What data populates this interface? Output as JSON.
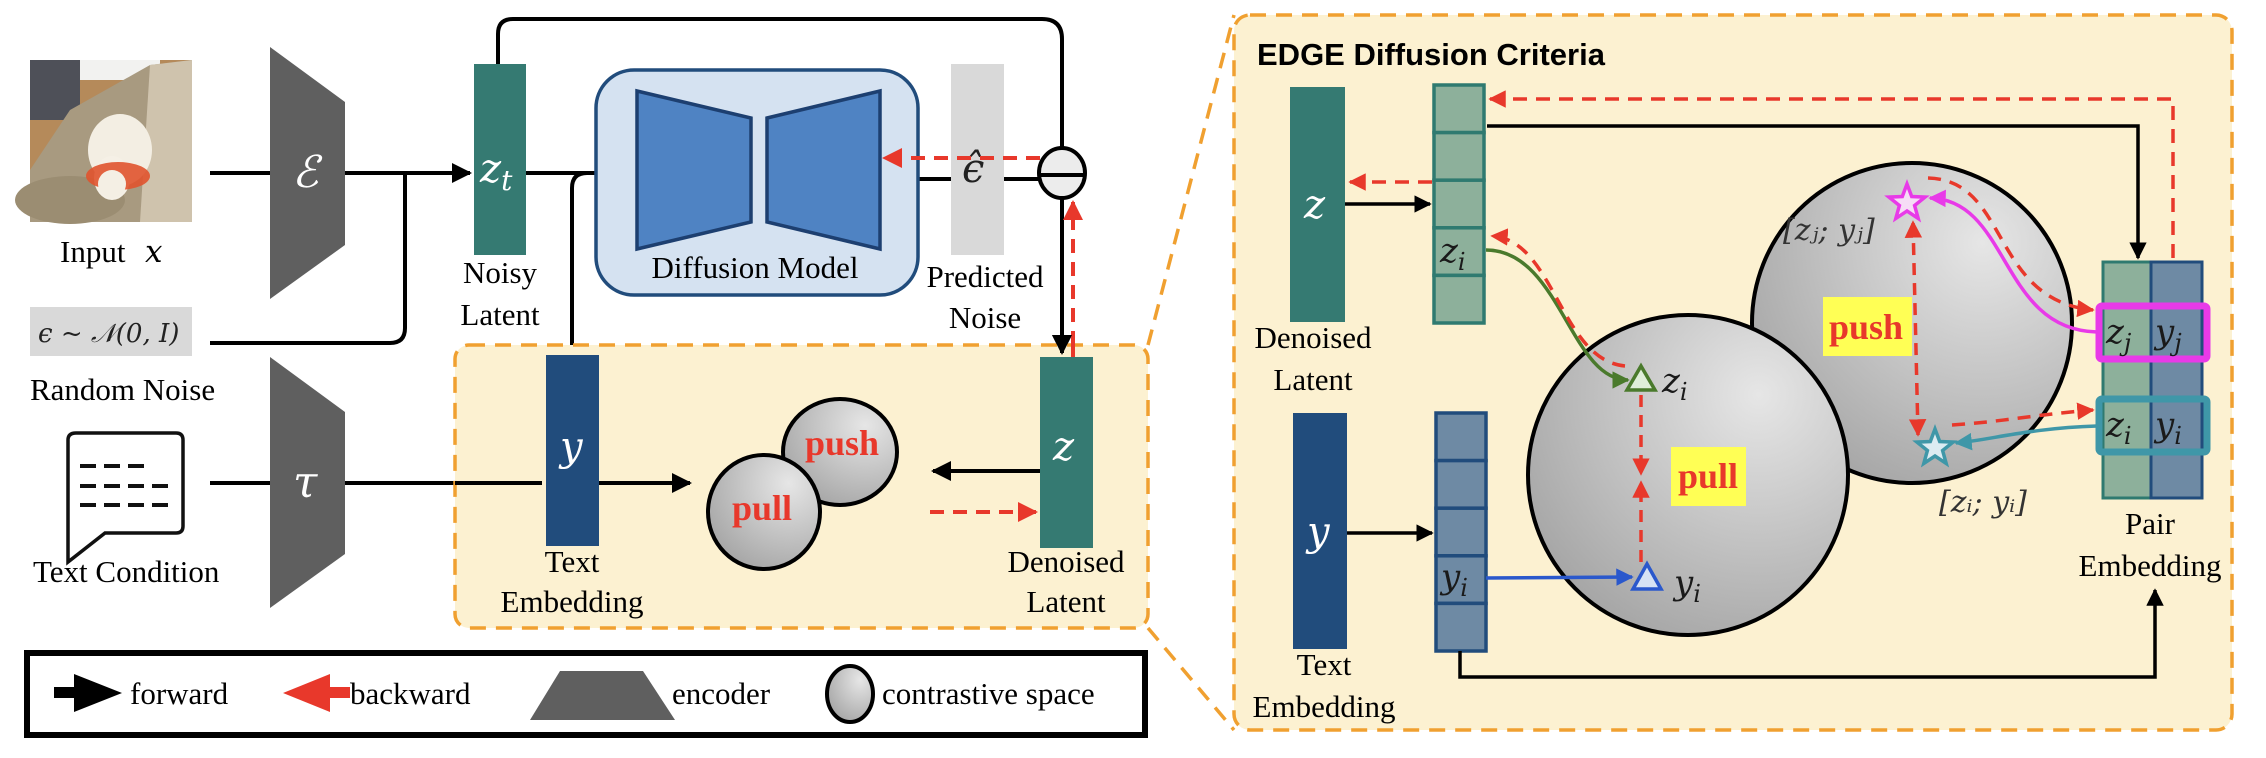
{
  "figure": {
    "left_panel": {
      "input_image_label": "Input",
      "input_var": "x",
      "encoder_image_symbol": "ℰ",
      "noise_formula": "ϵ ~ 𝒩(0, I)",
      "random_noise_label": "Random Noise",
      "text_condition_label": "Text Condition",
      "encoder_text_symbol": "𝜏",
      "noisy_latent_symbol": "z",
      "noisy_latent_subscript": "t",
      "noisy_latent_label": [
        "Noisy",
        "Latent"
      ],
      "diffusion_model_label": "Diffusion Model",
      "predicted_noise_symbol": "ϵ̂",
      "predicted_noise_label": [
        "Predicted",
        "Noise"
      ],
      "minus_operator": "subtract-icon"
    },
    "contrastive_panel": {
      "text_embedding_symbol": "y",
      "text_embedding_label": [
        "Text",
        "Embedding"
      ],
      "push_label": "push",
      "pull_label": "pull",
      "denoised_latent_symbol": "z",
      "denoised_latent_label": [
        "Denoised",
        "Latent"
      ]
    },
    "legend": {
      "forward": "forward",
      "backward": "backward",
      "encoder": "encoder",
      "contrastive_space": "contrastive space"
    },
    "edge_panel": {
      "title": "EDGE Diffusion Criteria",
      "denoised_latent_symbol": "z",
      "denoised_latent_label": [
        "Denoised",
        "Latent"
      ],
      "text_embedding_symbol": "y",
      "text_embedding_label": [
        "Text",
        "Embedding"
      ],
      "latent_cell_label": "z",
      "latent_cell_sub": "i",
      "text_cell_label": "y",
      "text_cell_sub": "i",
      "zi_point_label": "z",
      "zi_point_sub": "i",
      "yi_point_label": "y",
      "yi_point_sub": "i",
      "pull_label": "pull",
      "push_label": "push",
      "pair_j_label": "[zⱼ; yⱼ]",
      "pair_i_label": "[zᵢ; yᵢ]",
      "pair_zj": "z",
      "pair_yj": "y",
      "sub_j": "j",
      "pair_zi": "z",
      "pair_yi": "y",
      "sub_i": "i",
      "pair_embedding_label": [
        "Pair",
        "Embedding"
      ]
    },
    "colors": {
      "latent_teal": "#357a72",
      "text_navy": "#214c7c",
      "encoder_gray": "#5f5f5f",
      "backward_red": "#e8382b",
      "panel_bg": "#fcf1d1",
      "panel_border": "#f0a030",
      "diffusion_bg": "#d5e2f1",
      "diffusion_blue": "#4f83c3",
      "highlight_yellow": "#ffff55",
      "magenta": "#e83ae8",
      "cyan": "#3f97a8",
      "green": "#4a7a2c",
      "blue": "#2a58cc"
    }
  }
}
